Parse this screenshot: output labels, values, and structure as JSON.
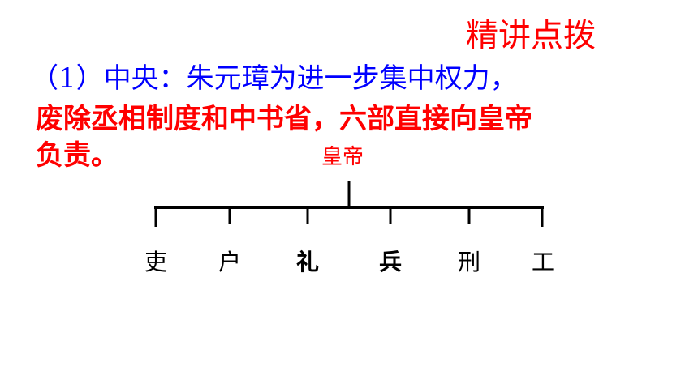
{
  "slide": {
    "section_title": "精讲点拨",
    "line1": "（1）中央：朱元璋为进一步集中权力，",
    "line2": "废除丞相制度和中书省，六部直接向皇帝",
    "line3": "负责。",
    "colors": {
      "title": "#ff0000",
      "line1": "#0000ff",
      "emphasis": "#ff0000",
      "ministry_text": "#000000",
      "tree_line": "#000000"
    }
  },
  "org_chart": {
    "root": "皇帝",
    "ministries": [
      "吏",
      "户",
      "礼",
      "兵",
      "刑",
      "工"
    ]
  }
}
